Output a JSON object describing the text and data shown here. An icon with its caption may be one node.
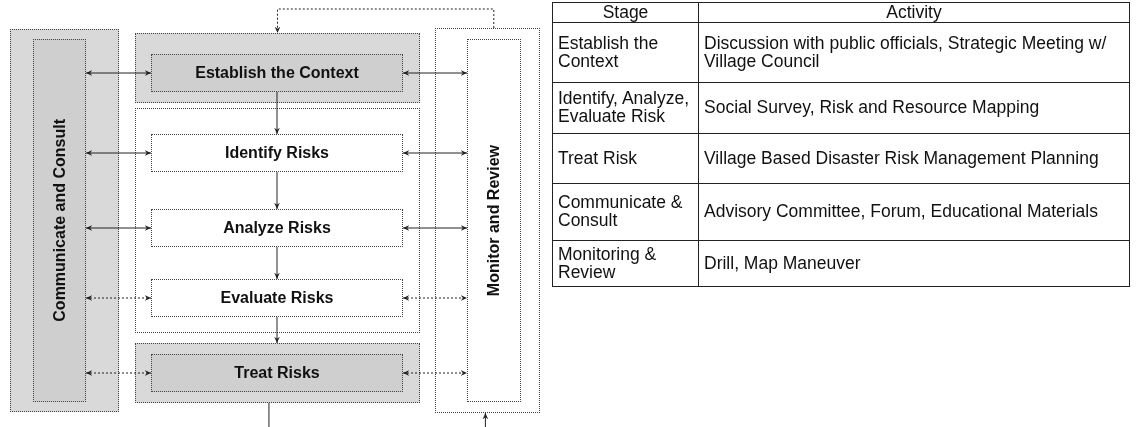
{
  "diagram": {
    "nodes": [
      {
        "text": [],
        "shape": "box"
      },
      {
        "text": [
          "Communicate and Consult"
        ],
        "in": 0
      },
      {
        "text": [],
        "shape": "box"
      },
      {
        "text": [
          "Establish the Context"
        ],
        "in": 2
      },
      {
        "text": [],
        "shape": "box"
      },
      {
        "text": [
          "Identify Risks"
        ],
        "in": 4
      },
      {
        "text": [
          "Analyze Risks"
        ],
        "in": 4
      },
      {
        "text": [
          "Evaluate Risks"
        ],
        "in": 4
      },
      {
        "text": [],
        "shape": "box"
      },
      {
        "text": [
          "Treat Risks"
        ],
        "in": 8
      },
      {
        "text": [],
        "shape": "box"
      },
      {
        "text": [
          "Monitor and Review"
        ],
        "in": 10
      }
    ],
    "edges": [
      {
        "from": 3,
        "to": 5,
        "arrow": "to"
      },
      {
        "from": 5,
        "to": 6,
        "arrow": "to"
      },
      {
        "from": 6,
        "to": 7,
        "arrow": "to"
      },
      {
        "from": 7,
        "to": 8,
        "arrow": "to"
      },
      {
        "from": 1,
        "to": 3,
        "arrow": "both"
      },
      {
        "from": 1,
        "to": 5,
        "arrow": "both"
      },
      {
        "from": 1,
        "to": 6,
        "arrow": "both"
      },
      {
        "from": 1,
        "to": 7,
        "arrow": "both",
        "style": "dashed"
      },
      {
        "from": 1,
        "to": 9,
        "arrow": "both",
        "style": "dashed"
      },
      {
        "from": 3,
        "to": 11,
        "arrow": "both"
      },
      {
        "from": 5,
        "to": 11,
        "arrow": "both"
      },
      {
        "from": 6,
        "to": 11,
        "arrow": "both"
      },
      {
        "from": 7,
        "to": 11,
        "arrow": "both",
        "style": "dashed"
      },
      {
        "from": 9,
        "to": 11,
        "arrow": "both",
        "style": "dashed"
      },
      {
        "from": 10,
        "to": 2,
        "arrow": "to",
        "style": "dashed"
      },
      {
        "from": 8,
        "to": null,
        "arrow": "none"
      },
      {
        "from": null,
        "to": 10,
        "arrow": "to"
      }
    ],
    "labels": [
      "Stage",
      "Activity",
      "Establish the Context",
      "Discussion with public officials, Strategic Meeting w/ Village Council",
      "Identify, Analyze, Evaluate Risk",
      "Social Survey, Risk and Resource Mapping",
      "Treat Risk",
      "Village Based Disaster Risk Management Planning",
      "Communicate & Consult",
      "Advisory Committee, Forum, Educational Materials",
      "Monitoring & Review",
      "Drill, Map Maneuver"
    ]
  }
}
